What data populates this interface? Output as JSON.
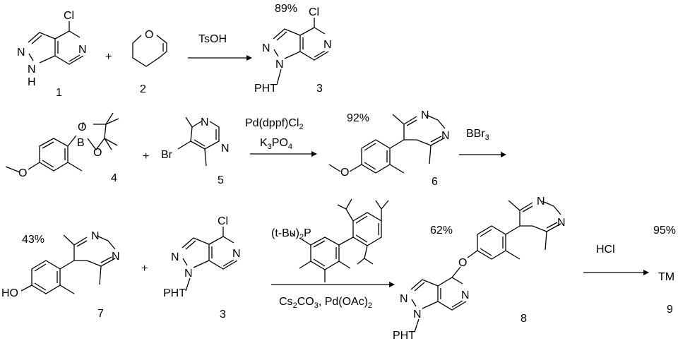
{
  "row1": {
    "plus": "+",
    "cmpd1": {
      "number": "1",
      "atoms": {
        "cl": "Cl",
        "n1": "N",
        "n2": "N",
        "h": "H"
      }
    },
    "cmpd2": {
      "number": "2",
      "atoms": {
        "o": "O"
      }
    },
    "arrow": {
      "reagent": "TsOH"
    },
    "yield": "89%",
    "cmpd3": {
      "number": "3",
      "atoms": {
        "cl": "Cl",
        "n1": "N",
        "n2": "N",
        "pht": "PHT"
      }
    }
  },
  "row2": {
    "plus": "+",
    "cmpd4": {
      "number": "4",
      "atoms": {
        "b": "B",
        "o1": "O",
        "o2": "O",
        "o3": "O"
      }
    },
    "cmpd5": {
      "number": "5",
      "atoms": {
        "br": "Br",
        "n1": "N",
        "n2": "N"
      }
    },
    "arrow": {
      "reagent_top_main": "Pd(dppf)Cl",
      "reagent_top_sub": "2",
      "reagent_bottom_k": "K",
      "reagent_bottom_k_sub": "3",
      "reagent_bottom_po": "PO",
      "reagent_bottom_po_sub": "4"
    },
    "yield": "92%",
    "cmpd6": {
      "number": "6",
      "atoms": {
        "o": "O",
        "n1": "N",
        "n2": "N"
      }
    },
    "arrow2": {
      "reagent_main": "BBr",
      "reagent_sub": "3"
    }
  },
  "row3": {
    "plus": "+",
    "yield7": "43%",
    "cmpd7": {
      "number": "7",
      "atoms": {
        "ho": "HO",
        "n1": "N",
        "n2": "N"
      }
    },
    "cmpd3": {
      "number": "3",
      "atoms": {
        "cl": "Cl",
        "n1": "N",
        "n2": "N",
        "pht": "PHT"
      }
    },
    "ligand": {
      "tbu": "(t-Bu)",
      "tbu_sub": "2",
      "p": "P"
    },
    "arrow_bottom": {
      "cs": "Cs",
      "cs_sub": "2",
      "co": "CO",
      "co_sub": "3",
      "rest": ", Pd(OAc)",
      "rest_sub": "2"
    },
    "yield8": "62%",
    "cmpd8": {
      "number": "8",
      "atoms": {
        "o": "O",
        "n1": "N",
        "n2": "N",
        "n3": "N",
        "n4": "N",
        "n5": "N",
        "pht": "PHT"
      }
    },
    "arrow3": {
      "reagent": "HCl"
    },
    "yield9": "95%",
    "product": "TM",
    "product_number": "9"
  }
}
